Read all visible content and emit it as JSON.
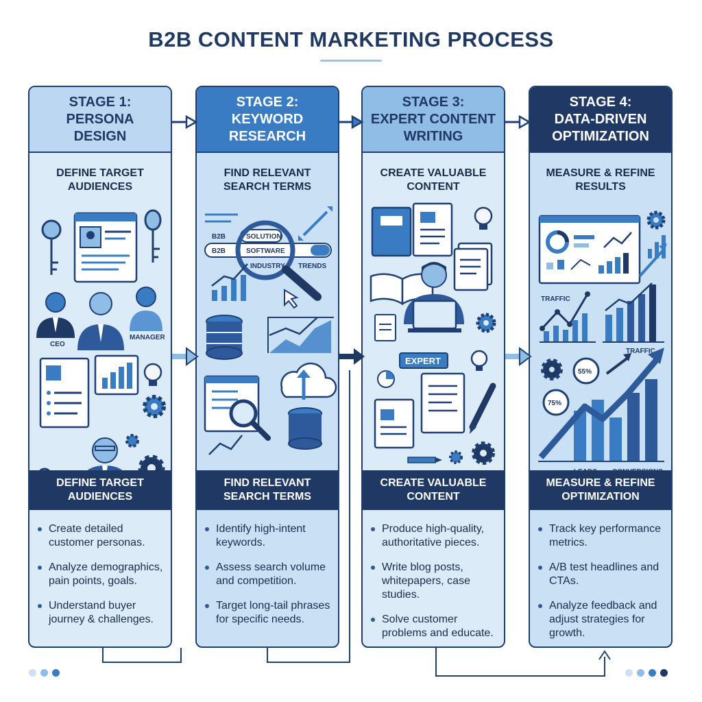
{
  "title": "B2B CONTENT MARKETING PROCESS",
  "stages": [
    {
      "head": [
        "STAGE 1:",
        "PERSONA",
        "DESIGN"
      ],
      "subtitle": [
        "DEFINE TARGET",
        "AUDIENCES"
      ],
      "band": [
        "DEFINE TARGET",
        "AUDIENCES"
      ],
      "bullets": [
        "Create detailed customer personas.",
        "Analyze demographics, pain points, goals.",
        "Understand buyer journey & challenges."
      ],
      "labels": {
        "ceo": "CEO",
        "manager": "MANAGER"
      }
    },
    {
      "head": [
        "STAGE 2:",
        "KEYWORD",
        "RESEARCH"
      ],
      "subtitle": [
        "FIND RELEVANT",
        "SEARCH TERMS"
      ],
      "band": [
        "FIND RELEVANT",
        "SEARCH TERMS"
      ],
      "bullets": [
        "Identify high-intent keywords.",
        "Assess search volume and competition.",
        "Target long-tail phrases for specific needs."
      ],
      "labels": {
        "b2b": "B2B",
        "solution": "SOLUTION",
        "software": "SOFTWARE",
        "industry": "INDUSTRY",
        "trends": "TRENDS"
      }
    },
    {
      "head": [
        "STAGE 3:",
        "EXPERT CONTENT",
        "WRITING"
      ],
      "subtitle": [
        "CREATE VALUABLE",
        "CONTENT"
      ],
      "band": [
        "CREATE VALUABLE",
        "CONTENT"
      ],
      "bullets": [
        "Produce high-quality, authoritative pieces.",
        "Write blog posts, whitepapers, case studies.",
        "Solve customer problems and educate."
      ],
      "labels": {
        "expert": "EXPERT"
      }
    },
    {
      "head": [
        "STAGE 4:",
        "DATA-DRIVEN",
        "OPTIMIZATION"
      ],
      "subtitle": [
        "MEASURE & REFINE",
        "RESULTS"
      ],
      "band": [
        "MEASURE & REFINE",
        "OPTIMIZATION"
      ],
      "bullets": [
        "Track key performance metrics.",
        "A/B test headlines and CTAs.",
        "Analyze feedback and adjust strategies for growth."
      ],
      "labels": {
        "traffic": "TRAFFIC",
        "pct1": "55%",
        "pct2": "75%",
        "leads": "LEADS",
        "conversions": "CONVERSIONS"
      }
    }
  ],
  "colors": {
    "navy": "#1f3864",
    "blue": "#3a7cc4",
    "light": "#dcebf8",
    "mid": "#8fbde6"
  }
}
